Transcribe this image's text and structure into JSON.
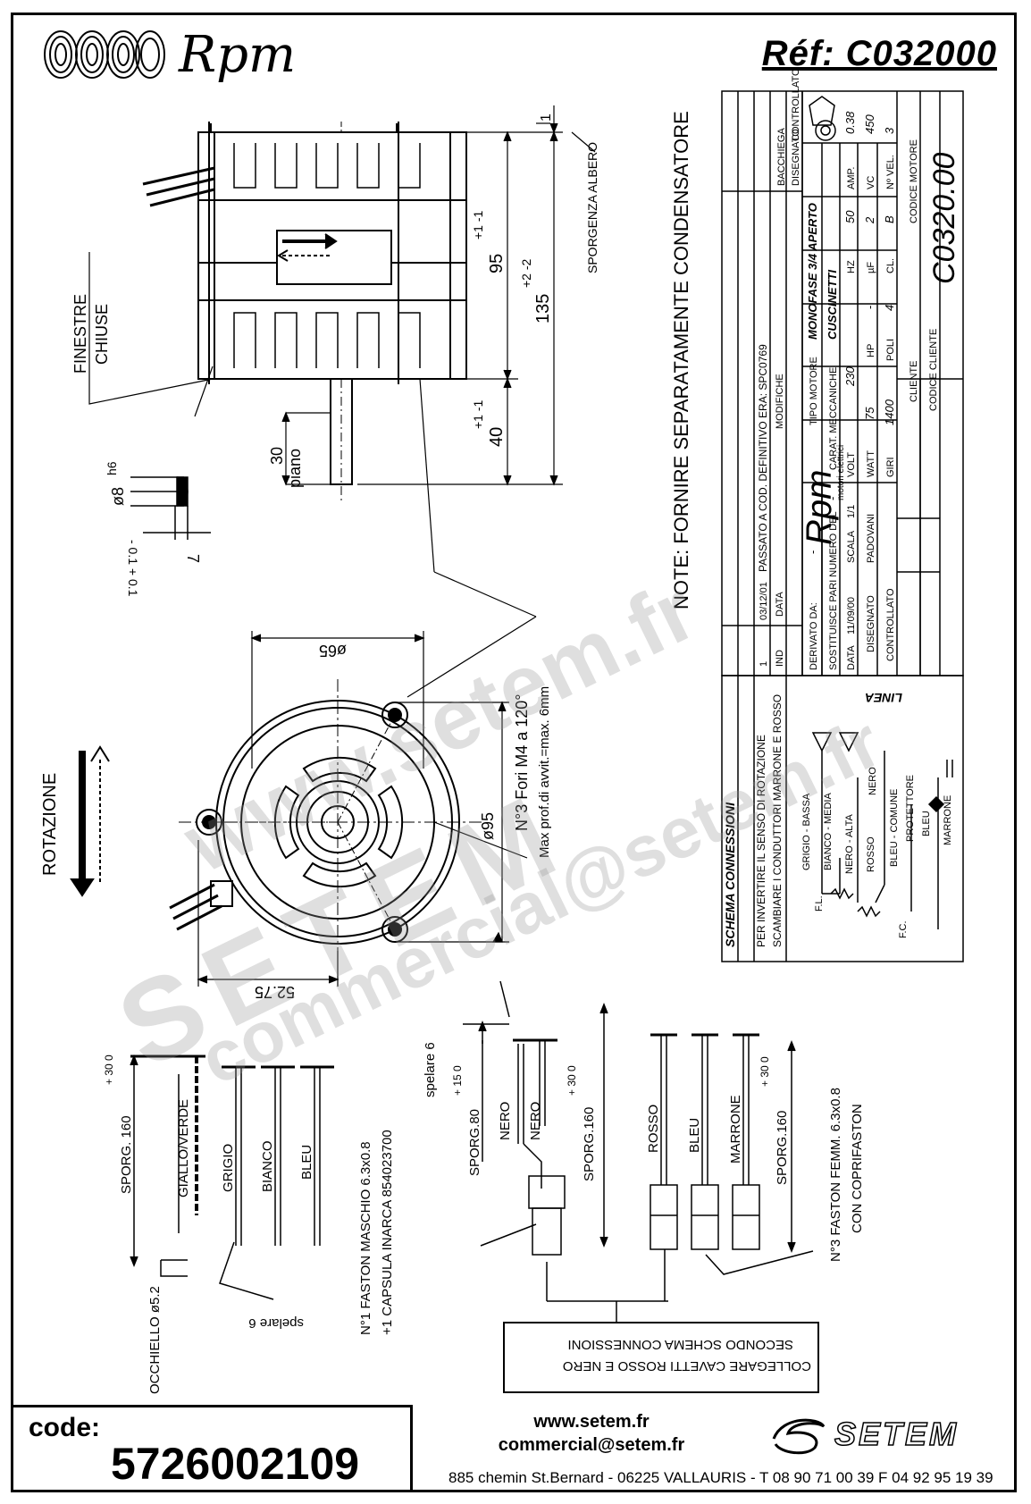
{
  "header": {
    "brand": "Rpm",
    "reference": "Réf: C032000"
  },
  "drawing": {
    "top_view": {
      "finestre_line1": "FINESTRE",
      "finestre_line2": "CHIUSE",
      "sporgenza": "SPORGENZA ALBERO",
      "dim_95": "95",
      "dim_95_tol": "+1 -1",
      "dim_135": "135",
      "dim_135_tol": "+2 -2",
      "dim_40": "40",
      "dim_40_tol": "+1 -1",
      "dim_1": "1",
      "piano": "piano",
      "dim_30": "30",
      "shaft_dia": "ø8",
      "shaft_tol": "h6",
      "dim_7": "7",
      "dim_7_tol": "- 0.1 + 0.1"
    },
    "note": "NOTE: FORNIRE SEPARATAMENTE CONDENSATORE",
    "front_view": {
      "dia_65": "ø65",
      "dia_95": "ø95",
      "holes_line1": "N°3 Fori M4 a 120°",
      "holes_line2": "Max prof.di avvit.=max. 6mm",
      "dim_52": "52.75",
      "rotation": "ROTAZIONE"
    },
    "wires": {
      "sporg_160": "SPORG. 160",
      "sporg_160_tol": "+ 30 0",
      "giallo_verde": "GIALLO/VERDE",
      "grigio": "GRIGIO",
      "bianco": "BIANCO",
      "bleu": "BLEU",
      "occhiello": "OCCHIELLO ø5.2",
      "spelare_left": "spelare 6",
      "fastone_maschio": "N°1 FASTON MASCHIO 6.3x0.8",
      "capsula": "+1 CAPSULA INARCA 854023700",
      "spelare_mid": "spelare 6",
      "sporg_80": "SPORG.80",
      "sporg_80_tol": "+ 15 0",
      "nero_a": "NERO",
      "nero_b": "NERO",
      "sporg_160_mid": "SPORG.160",
      "sporg_160_mid_tol": "+ 30 0",
      "rosso": "ROSSO",
      "bleu_r": "BLEU",
      "marrone": "MARRONE",
      "sporg_160_right": "SPORG.160",
      "sporg_160_right_tol": "+ 30 0",
      "faston_femm": "N°3 FASTON FEMM. 6.3x0.8",
      "coprifaston": "CON COPRIFASTON",
      "collegare_line1": "COLLEGARE CAVETTI ROSSO E NERO",
      "collegare_line2": "SECONDO SCHEMA CONNESSIONI"
    }
  },
  "title_block": {
    "controllato": "CONTROLLATO",
    "disegnato_col": "DISEGNATO",
    "bacchiega": "BACCHIEGA",
    "rev_1_date": "03/12/01",
    "rev_1_index": "1",
    "rev_1_text": "PASSATO A COD. DEFINITIVO ERA: SPC0769",
    "ind": "IND",
    "data_col": "DATA",
    "modifiche": "MODIFICHE",
    "brand": "Rpm",
    "brand_sub": "motori elettrici",
    "tipo_motore_label": "TIPO MOTORE",
    "tipo_motore_value": "MONOFASE 3/4 APERTO",
    "carat_label": "CARAT. MECCANICHE",
    "carat_value": "CUSCINETTI",
    "volt_label": "VOLT",
    "volt_value": "230",
    "hz_label": "HZ",
    "hz_value": "50",
    "amp_label": "AMP.",
    "amp_value": "0.38",
    "watt_label": "WATT",
    "watt_value": "75",
    "hp_label": "HP",
    "hp_value": "-",
    "uf_label": "µF",
    "uf_value": "2",
    "vc_label": "VC",
    "vc_value": "450",
    "giri_label": "GIRI",
    "giri_value": "1400",
    "poli_label": "POLI",
    "poli_value": "4",
    "cl_label": "CL.",
    "cl_value": "B",
    "nvel_label": "Nº VEL.",
    "nvel_value": "3",
    "derivato": "DERIVATO DA:",
    "derivato_value": "-",
    "sostituisce": "SOSTITUISCE PARI NUMERO DEL",
    "sostituisce_value": "-",
    "data_label": "DATA",
    "data_value": "11/09/00",
    "scala_label": "SCALA",
    "scala_value": "1/1",
    "disegnato_label": "DISEGNATO",
    "disegnato_value": "PADOVANI",
    "controllato_label": "CONTROLLATO",
    "cliente_label": "CLIENTE",
    "codice_cliente_label": "CODICE CLIENTE",
    "codice_motore_label": "CODICE MOTORE",
    "codice_motore_value": "C0320.00"
  },
  "schema": {
    "title": "SCHEMA CONNESSIONI",
    "instr_line1": "PER INVERTIRE IL SENSO DI ROTAZIONE",
    "instr_line2": "SCAMBIARE I CONDUTTORI MARRONE E ROSSO",
    "linea": "LINEA",
    "grigio_bassa": "GRIGIO - BASSA",
    "bianco_media": "BIANCO - MEDIA",
    "nero_alta": "NERO - ALTA",
    "nero": "NERO",
    "rosso": "ROSSO",
    "bleu_comune": "BLEU - COMUNE",
    "protettore": "PROTETTORE",
    "bleu": "BLEU",
    "marrone": "MARRONE",
    "fl": "F.L.",
    "fc": "F.C."
  },
  "footer": {
    "code_label": "code:",
    "code_value": "5726002109",
    "website": "www.setem.fr",
    "email": "commercial@setem.fr",
    "address": "885 chemin St.Bernard  -  06225 VALLAURIS  -  T 08 90 71 00 39   F 04 92 95 19 39",
    "setem_logo": "SETEM"
  },
  "watermark": {
    "line1": "www.setem.fr",
    "line2": "SETEM",
    "line3": "commercial@setem.fr"
  }
}
